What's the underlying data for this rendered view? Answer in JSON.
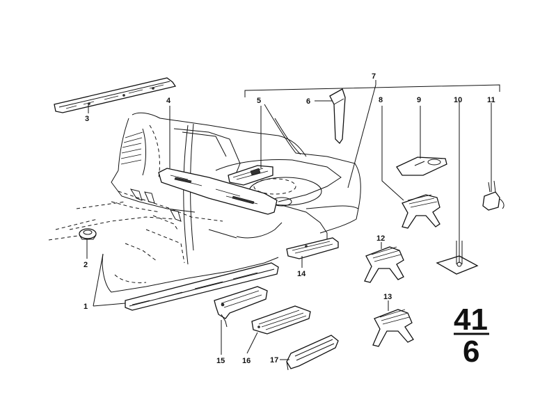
{
  "labels": {
    "p1": "1",
    "p2": "2",
    "p3": "3",
    "p4": "4",
    "p5": "5",
    "p6": "6",
    "p7": "7",
    "p8": "8",
    "p9": "9",
    "p10": "10",
    "p11": "11",
    "p12": "12",
    "p13": "13",
    "p14": "14",
    "p15": "15",
    "p16": "16",
    "p17": "17"
  },
  "group": {
    "top": "41",
    "bottom": "6"
  }
}
